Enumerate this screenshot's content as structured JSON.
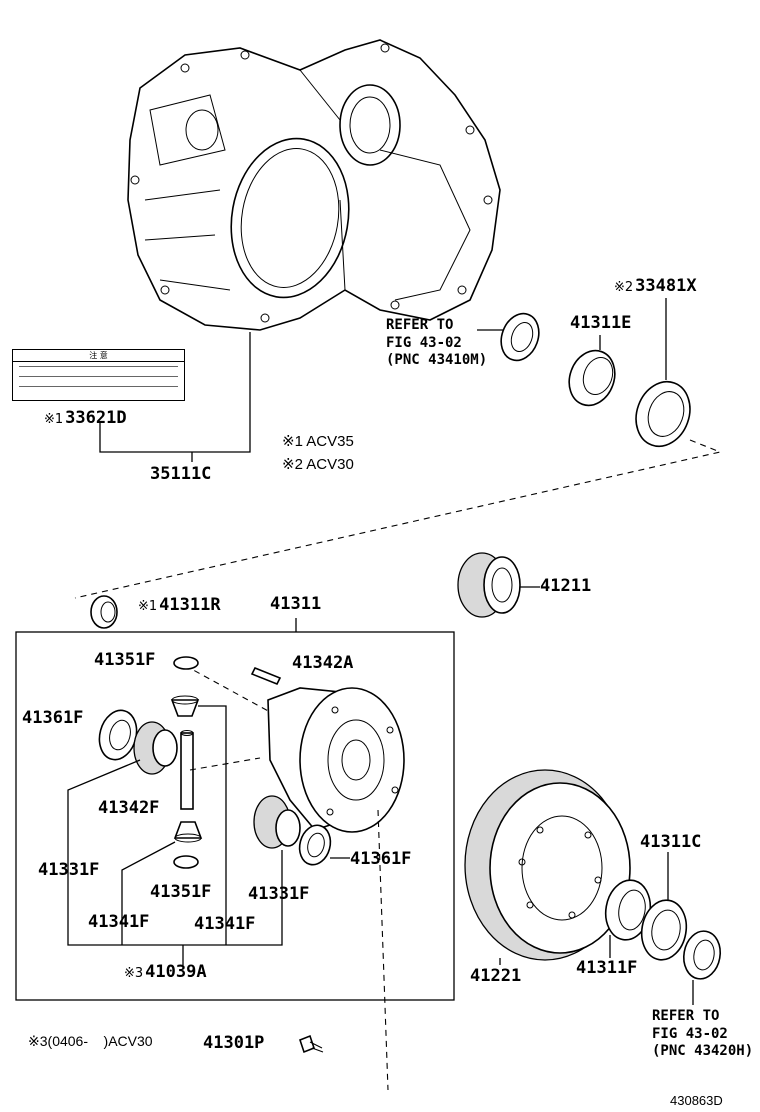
{
  "labels": {
    "p33481x": "33481X",
    "p41311e": "41311E",
    "p33621d": "33621D",
    "p35111c": "35111C",
    "p41311r": "41311R",
    "p41311": "41311",
    "p41211": "41211",
    "p41351f_top": "41351F",
    "p41342a": "41342A",
    "p41361f_left": "41361F",
    "p41342f": "41342F",
    "p41331f_left": "41331F",
    "p41351f_bottom": "41351F",
    "p41331f_right": "41331F",
    "p41361f_right": "41361F",
    "p41341f_left": "41341F",
    "p41341f_right": "41341F",
    "p41039a": "41039A",
    "p41301p": "41301P",
    "p41311c": "41311C",
    "p41221": "41221",
    "p41311f": "41311F",
    "fig_code": "430863D"
  },
  "marks": {
    "m1": "※1",
    "m2": "※2",
    "m3": "※3"
  },
  "notes": {
    "n1_mark": "※1",
    "n1_text": "ACV35",
    "n2_mark": "※2",
    "n2_text": "ACV30",
    "n3_mark": "※3",
    "n3_text": "(0406-    )ACV30"
  },
  "refs": {
    "top_line1": "REFER TO",
    "top_line2": "FIG 43-02",
    "top_line3": "(PNC 43410M)",
    "bottom_line1": "REFER TO",
    "bottom_line2": "FIG 43-02",
    "bottom_line3": "(PNC 43420H)"
  },
  "caution_label": {
    "header": "注 意"
  }
}
